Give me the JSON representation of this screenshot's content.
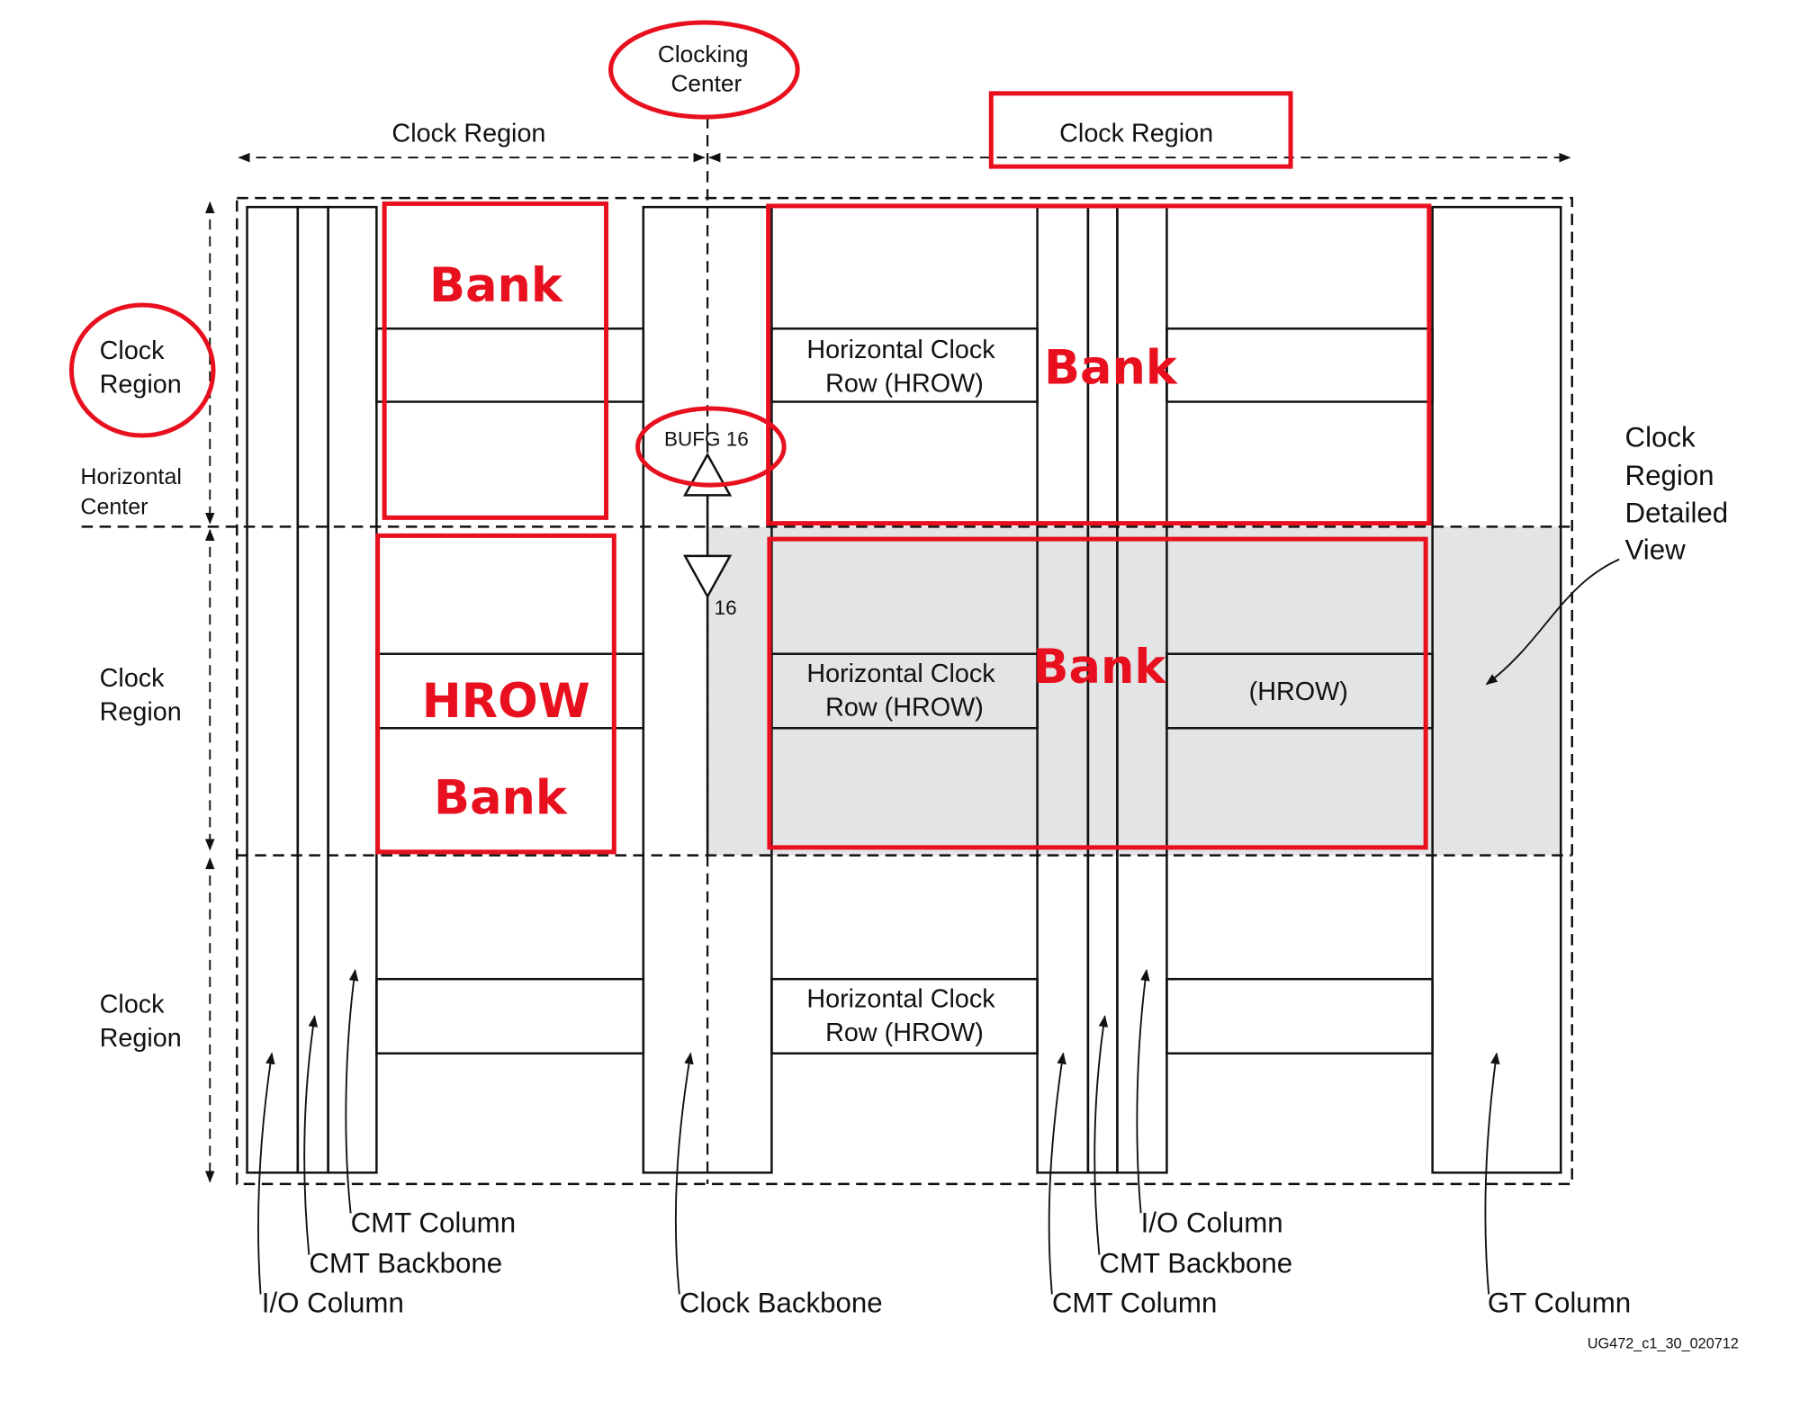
{
  "top": {
    "clocking_center_l1": "Clocking",
    "clocking_center_l2": "Center",
    "clock_region_left": "Clock Region",
    "clock_region_right": "Clock Region"
  },
  "left": {
    "clock_region_top_l1": "Clock",
    "clock_region_top_l2": "Region",
    "horizontal_center_l1": "Horizontal",
    "horizontal_center_l2": "Center",
    "clock_region_mid_l1": "Clock",
    "clock_region_mid_l2": "Region",
    "clock_region_bot_l1": "Clock",
    "clock_region_bot_l2": "Region"
  },
  "center": {
    "bufg": "BUFG 16",
    "bus_width": "16"
  },
  "hrow": {
    "top_l1": "Horizontal Clock",
    "top_l2": "Row (HROW)",
    "mid_l1": "Horizontal Clock",
    "mid_l2": "Row (HROW)",
    "mid_right": "(HROW)",
    "bot_l1": "Horizontal Clock",
    "bot_l2": "Row (HROW)"
  },
  "annotations": {
    "bank_1": "Bank",
    "bank_2": "Bank",
    "bank_3": "Bank",
    "bank_4": "Bank",
    "hrow": "HROW"
  },
  "right": {
    "detail_l1": "Clock",
    "detail_l2": "Region",
    "detail_l3": "Detailed",
    "detail_l4": "View"
  },
  "bottom": {
    "cmt_column_left": "CMT Column",
    "cmt_backbone_left": "CMT Backbone",
    "io_column_left": "I/O Column",
    "clock_backbone": "Clock Backbone",
    "io_column_right": "I/O Column",
    "cmt_backbone_right": "CMT Backbone",
    "cmt_column_right": "CMT Column",
    "gt_column": "GT Column"
  },
  "figure_id": "UG472_c1_30_020712",
  "colors": {
    "annotation_red": "#e8101e",
    "shaded_region": "#e3e4e6",
    "line": "#111111"
  }
}
